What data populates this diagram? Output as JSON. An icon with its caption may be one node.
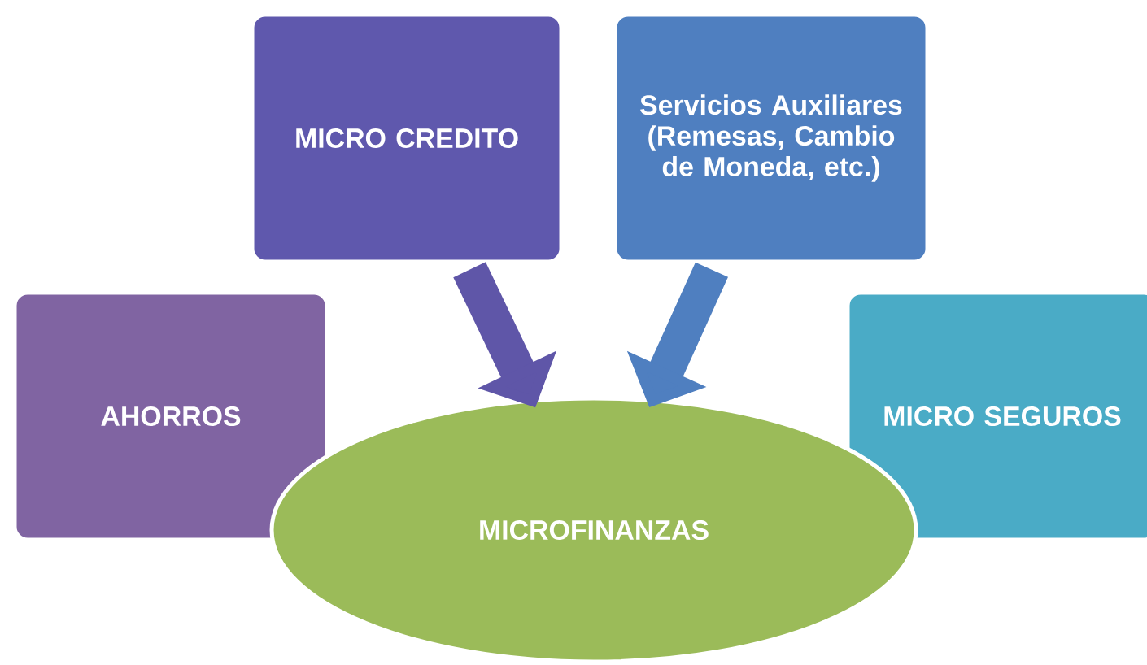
{
  "diagram": {
    "nodes": [
      {
        "text": [
          "MICRO CREDITO"
        ]
      },
      {
        "text": [
          "Servicios Auxiliares (Remesas, Cambio de Moneda, etc.)"
        ]
      },
      {
        "text": [
          "AHORROS"
        ]
      },
      {
        "text": [
          "MICRO SEGUROS"
        ]
      },
      {
        "text": [
          "MICROFINANZAS"
        ]
      }
    ],
    "edges": [
      {
        "from": 0,
        "to": 4,
        "arrow": "to",
        "color": "#5f56a8"
      },
      {
        "from": 1,
        "to": 4,
        "arrow": "to",
        "color": "#4f7fc0"
      }
    ]
  }
}
